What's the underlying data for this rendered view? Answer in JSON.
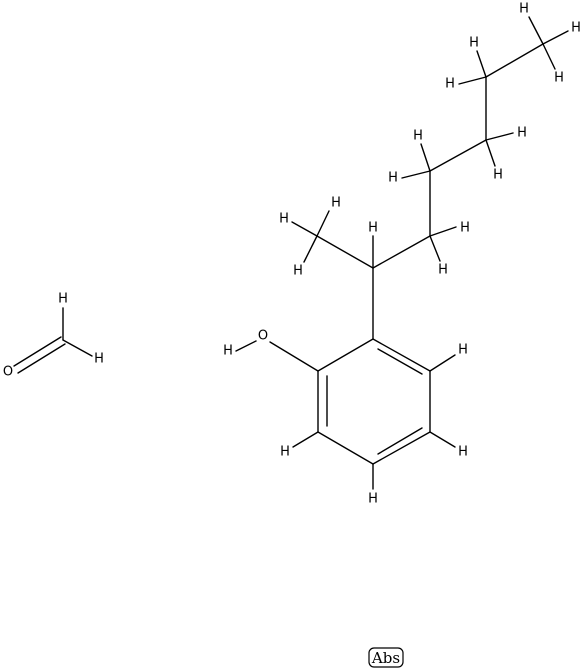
{
  "structure": {
    "formaldehyde": {
      "oxygen": "O",
      "h_top": "H",
      "h_right": "H"
    },
    "phenol": {
      "hydroxyl_o": "O",
      "hydroxyl_h": "H",
      "ring_h_upper_right": "H",
      "ring_h_lower_right": "H",
      "ring_h_bottom": "H",
      "ring_h_lower_left": "H"
    },
    "heptyl": {
      "h_labels": [
        "H",
        "H",
        "H",
        "H",
        "H",
        "H",
        "H",
        "H",
        "H",
        "H",
        "H",
        "H",
        "H",
        "H",
        "H"
      ]
    },
    "stereo_flag": "Abs"
  }
}
